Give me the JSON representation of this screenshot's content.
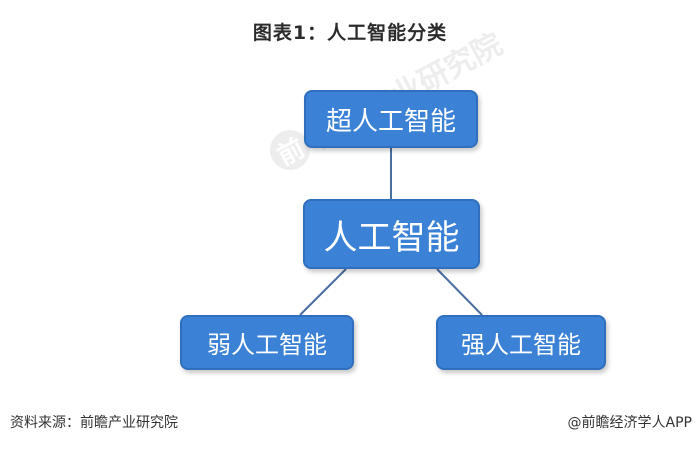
{
  "title": "图表1：人工智能分类",
  "nodes": {
    "top": "超人工智能",
    "center": "人工智能",
    "left": "弱人工智能",
    "right": "强人工智能"
  },
  "source": "资料来源：前瞻产业研究院",
  "credit": "@前瞻经济学人APP",
  "watermark": "前瞻产业研究院",
  "colors": {
    "node_fill": "#3b82d6",
    "connector": "#4a6fa0"
  }
}
